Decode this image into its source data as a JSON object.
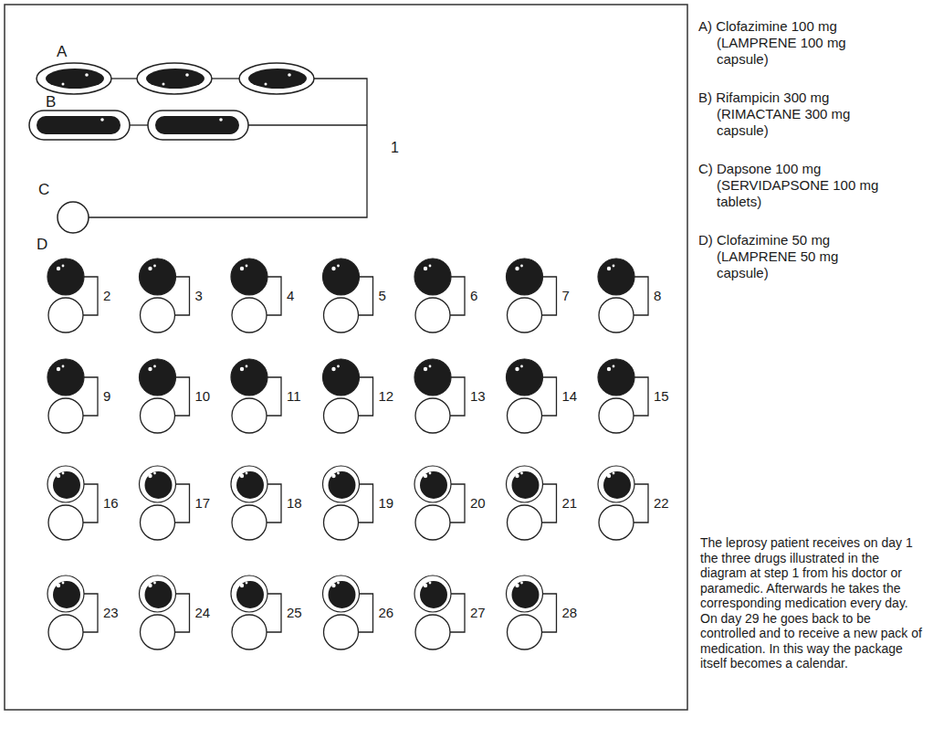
{
  "diagram": {
    "caption": "The leprosy patient receives on day 1 the three drugs illustrated in the diagram at step 1 from his doctor or paramedic. Afterwards he takes the corresponding medication every day. On day 29 he goes back to be controlled and to receive a new pack of medication. In this way the package itself becomes a calendar.",
    "labels": [
      "A",
      "B",
      "C",
      "D",
      "1",
      "2",
      "3",
      "4",
      "5",
      "6",
      "7",
      "8",
      "9",
      "10",
      "11",
      "12",
      "13",
      "14",
      "15",
      "16",
      "17",
      "18",
      "19",
      "20",
      "21",
      "22",
      "23",
      "24",
      "25",
      "26",
      "27",
      "28",
      "A) Clofazimine 100 mg (LAMPRENE 100 mg capsule)",
      "B) Rifampicin 300 mg (RIMACTANE 300 mg capsule)",
      "C) Dapsone 100 mg (SERVIDAPSONE 100 mg tablets)",
      "D) Clofazimine 50 mg (LAMPRENE 50 mg capsule)"
    ]
  }
}
